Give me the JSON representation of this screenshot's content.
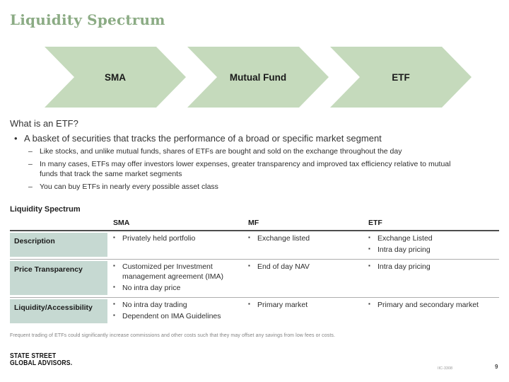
{
  "slide": {
    "title": "Liquidity Spectrum"
  },
  "chevrons": [
    "SMA",
    "Mutual Fund",
    "ETF"
  ],
  "colors": {
    "title_green": "#8bab84",
    "chevron_green": "#c5dabc",
    "label_teal": "#c6d9d2"
  },
  "what_is": {
    "heading": "What is an ETF?",
    "bullet_marker": "•",
    "bullet": "A basket of securities that tracks the performance of a broad or specific market segment",
    "sub_bullets": [
      "Like stocks, and unlike mutual funds, shares of ETFs are bought and sold on the exchange throughout the day",
      "In many cases, ETFs may offer investors lower expenses, greater transparency and improved tax efficiency relative to mutual funds that track the same market segments",
      "You can buy ETFs in nearly every possible asset class"
    ]
  },
  "table": {
    "title": "Liquidity Spectrum",
    "columns": [
      "SMA",
      "MF",
      "ETF"
    ],
    "rows": [
      {
        "label": "Description",
        "cells": [
          [
            "Privately held portfolio"
          ],
          [
            "Exchange listed"
          ],
          [
            "Exchange Listed",
            "Intra day pricing"
          ]
        ]
      },
      {
        "label": "Price Transparency",
        "cells": [
          [
            "Customized per Investment management agreement (IMA)",
            "No intra day price"
          ],
          [
            "End of day NAV"
          ],
          [
            "Intra day pricing"
          ]
        ]
      },
      {
        "label": "Liquidity/Accessibility",
        "cells": [
          [
            "No intra day trading",
            "Dependent on IMA Guidelines"
          ],
          [
            "Primary market"
          ],
          [
            "Primary and secondary market"
          ]
        ]
      }
    ]
  },
  "footnote": "Frequent trading of ETFs could significantly increase commissions and other costs such that they may offset any savings from low fees or costs.",
  "footer": {
    "logo_line1": "STATE STREET",
    "logo_line2": "GLOBAL ADVISORS.",
    "doc_code": "IIC-3308",
    "page_number": "9"
  }
}
